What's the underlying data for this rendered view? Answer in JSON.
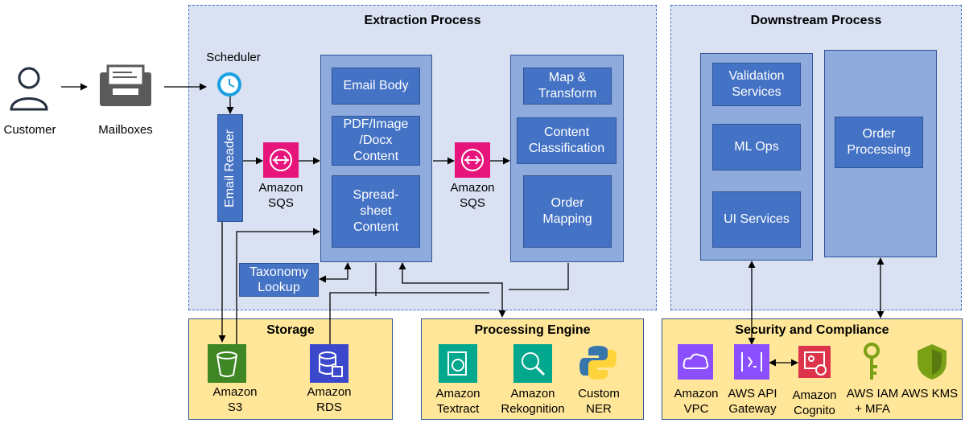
{
  "customer": {
    "label": "Customer"
  },
  "mailboxes": {
    "label": "Mailboxes"
  },
  "scheduler": {
    "label": "Scheduler"
  },
  "email_reader": {
    "label": "Email Reader"
  },
  "extraction": {
    "title": "Extraction Process",
    "sqs1": "Amazon\nSQS",
    "sqs2": "Amazon\nSQS",
    "content_boxes": [
      "Email Body",
      "PDF/Image\n/Docx\nContent",
      "Spread-\nsheet\nContent"
    ],
    "process_boxes": [
      "Map &\nTransform",
      "Content\nClassification",
      "Order\nMapping"
    ],
    "taxonomy": "Taxonomy\nLookup"
  },
  "downstream": {
    "title": "Downstream Process",
    "services": [
      "Validation\nServices",
      "ML Ops",
      "UI Services"
    ],
    "order_processing": "Order\nProcessing"
  },
  "storage": {
    "title": "Storage",
    "items": [
      "Amazon\nS3",
      "Amazon\nRDS"
    ]
  },
  "processing_engine": {
    "title": "Processing Engine",
    "items": [
      "Amazon\nTextract",
      "Amazon\nRekognition",
      "Custom\nNER"
    ]
  },
  "security": {
    "title": "Security and Compliance",
    "items": [
      "Amazon\nVPC",
      "AWS API\nGateway",
      "Amazon\nCognito",
      "AWS IAM\n+ MFA",
      "AWS KMS"
    ]
  },
  "colors": {
    "region_bg": "#d9e1f2",
    "region_border": "#4472c4",
    "yellow_bg": "#ffe699",
    "column_bg": "#8faadc",
    "box_blue": "#4472c4",
    "s3_green": "#3f8624",
    "rds_blue": "#3b48cc",
    "sqs_pink": "#e7157b",
    "ml_teal": "#01a88d",
    "sec_red": "#dd344c",
    "sec_purple": "#8c4fff",
    "sec_green": "#7aa116"
  }
}
